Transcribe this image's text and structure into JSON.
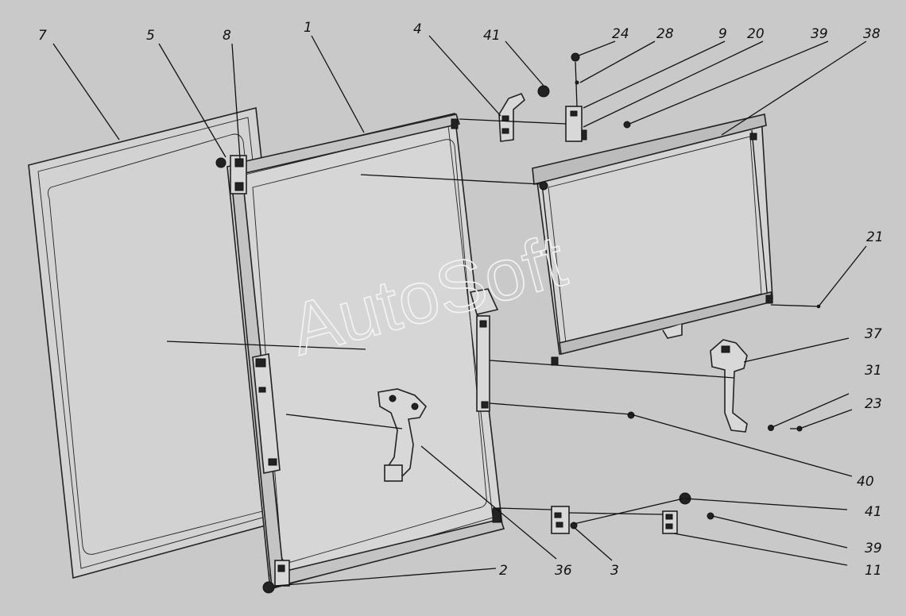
{
  "watermark": "AutoSoft",
  "callouts": [
    {
      "id": "c7",
      "text": "7"
    },
    {
      "id": "c5",
      "text": "5"
    },
    {
      "id": "c8",
      "text": "8"
    },
    {
      "id": "c1",
      "text": "1"
    },
    {
      "id": "c4",
      "text": "4"
    },
    {
      "id": "c41a",
      "text": "41"
    },
    {
      "id": "c24",
      "text": "24"
    },
    {
      "id": "c28",
      "text": "28"
    },
    {
      "id": "c9",
      "text": "9"
    },
    {
      "id": "c20",
      "text": "20"
    },
    {
      "id": "c39a",
      "text": "39"
    },
    {
      "id": "c38",
      "text": "38"
    },
    {
      "id": "c21",
      "text": "21"
    },
    {
      "id": "c37",
      "text": "37"
    },
    {
      "id": "c31",
      "text": "31"
    },
    {
      "id": "c23",
      "text": "23"
    },
    {
      "id": "c40",
      "text": "40"
    },
    {
      "id": "c41b",
      "text": "41"
    },
    {
      "id": "c39b",
      "text": "39"
    },
    {
      "id": "c11",
      "text": "11"
    },
    {
      "id": "c2",
      "text": "2"
    },
    {
      "id": "c36",
      "text": "36"
    },
    {
      "id": "c3",
      "text": "3"
    }
  ]
}
